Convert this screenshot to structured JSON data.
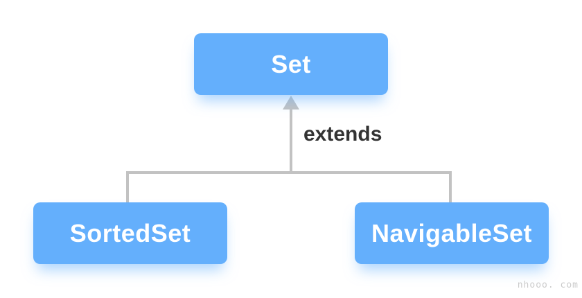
{
  "diagram": {
    "type": "class-hierarchy",
    "nodes": {
      "set": {
        "label": "Set"
      },
      "sorted_set": {
        "label": "SortedSet"
      },
      "navigable_set": {
        "label": "NavigableSet"
      }
    },
    "edges": [
      {
        "from": "SortedSet",
        "to": "Set",
        "label": "extends"
      },
      {
        "from": "NavigableSet",
        "to": "Set",
        "label": "extends"
      }
    ],
    "edge_label": "extends",
    "colors": {
      "node_fill": "#64AFFC",
      "node_text": "#FFFFFF",
      "node_glow": "rgba(100,175,252,0.55)",
      "connector": "#C2C2C2",
      "edge_label_text": "#333333",
      "background": "#FFFFFF"
    }
  },
  "watermark": {
    "text": "nhooo. com"
  }
}
